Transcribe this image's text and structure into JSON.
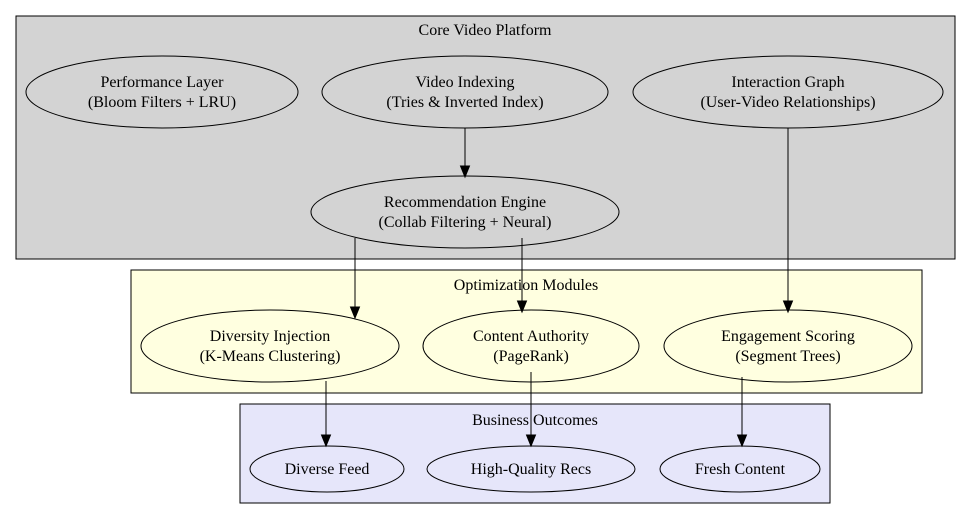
{
  "clusters": {
    "core": {
      "title": "Core Video Platform",
      "fill": "#d3d3d3"
    },
    "optimization": {
      "title": "Optimization Modules",
      "fill": "#ffffe0"
    },
    "business": {
      "title": "Business Outcomes",
      "fill": "#e6e6fa"
    }
  },
  "nodes": {
    "performance": {
      "line1": "Performance Layer",
      "line2": "(Bloom Filters + LRU)"
    },
    "indexing": {
      "line1": "Video Indexing",
      "line2": "(Tries & Inverted Index)"
    },
    "interaction": {
      "line1": "Interaction Graph",
      "line2": "(User-Video Relationships)"
    },
    "recommendation": {
      "line1": "Recommendation Engine",
      "line2": "(Collab Filtering + Neural)"
    },
    "diversity": {
      "line1": "Diversity Injection",
      "line2": "(K-Means Clustering)"
    },
    "authority": {
      "line1": "Content Authority",
      "line2": "(PageRank)"
    },
    "engagement": {
      "line1": "Engagement Scoring",
      "line2": "(Segment Trees)"
    },
    "diverse_feed": {
      "line1": "Diverse Feed"
    },
    "high_quality": {
      "line1": "High-Quality Recs"
    },
    "fresh_content": {
      "line1": "Fresh Content"
    }
  }
}
